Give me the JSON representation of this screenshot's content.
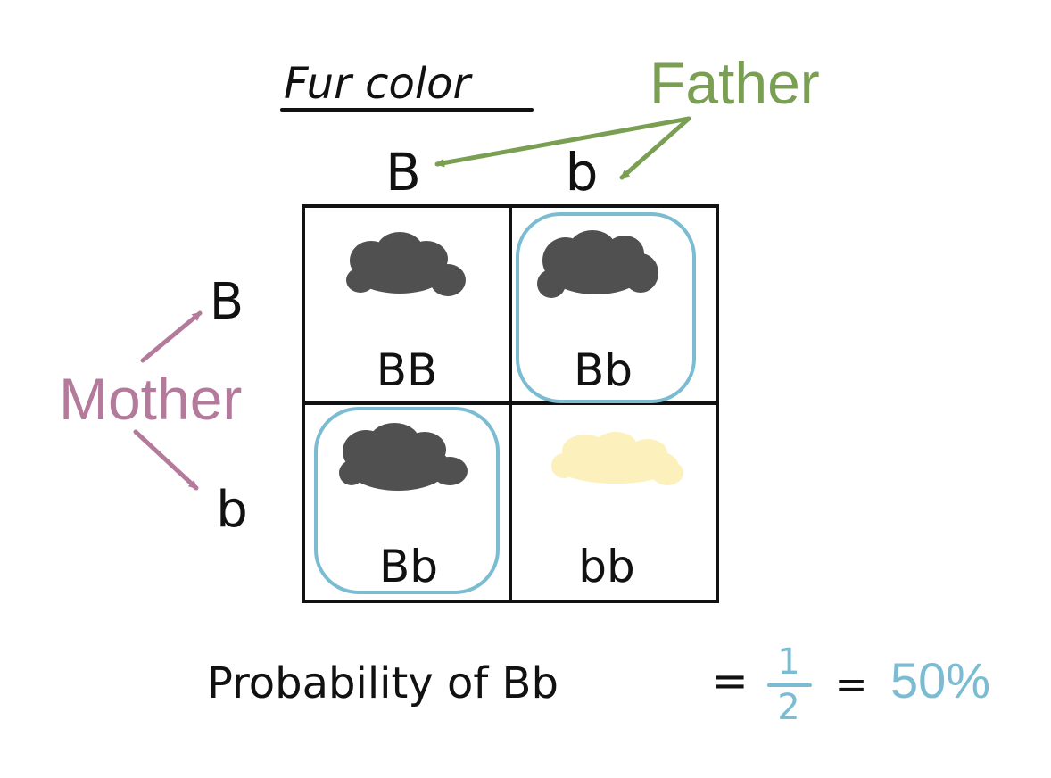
{
  "title": "Fur color",
  "father": {
    "label": "Father",
    "alleles": [
      "B",
      "b"
    ]
  },
  "mother": {
    "label": "Mother",
    "alleles": [
      "B",
      "b"
    ]
  },
  "grid": {
    "cells": [
      {
        "genotype": "BB",
        "fur": "dark",
        "circled": false
      },
      {
        "genotype": "Bb",
        "fur": "dark",
        "circled": true
      },
      {
        "genotype": "Bb",
        "fur": "dark",
        "circled": true
      },
      {
        "genotype": "bb",
        "fur": "light",
        "circled": false
      }
    ]
  },
  "probability": {
    "label": "Probability of Bb",
    "equals": "=",
    "numerator": "1",
    "denominator": "2",
    "equals2": "=",
    "percent": "50%"
  },
  "colors": {
    "ink": "#111111",
    "father": "#7a9f52",
    "mother": "#b47a9b",
    "circle": "#7bbcd3",
    "dark_fur": "#505050",
    "light_fur": "#fcf0bc"
  }
}
